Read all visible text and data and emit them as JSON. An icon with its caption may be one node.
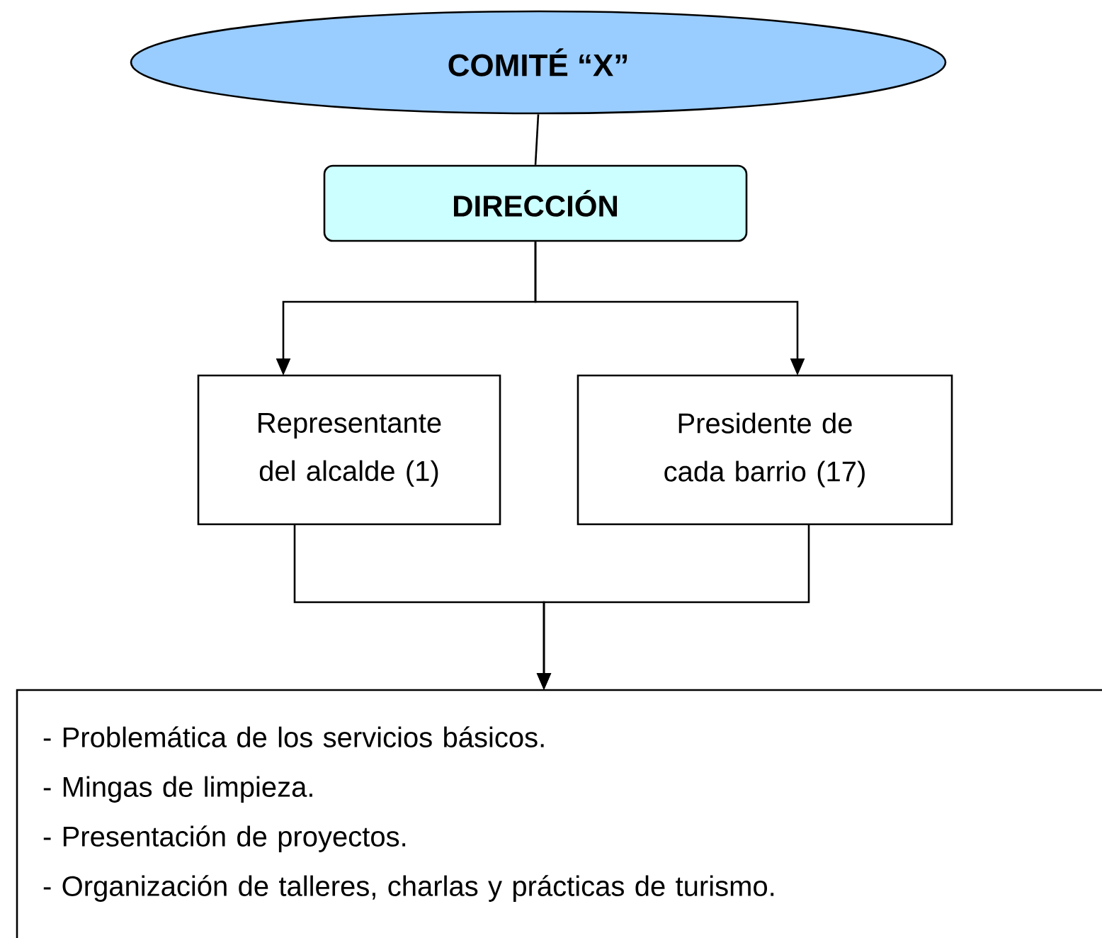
{
  "diagram": {
    "nodes": [
      {
        "text": [
          "COMITÉ “X”"
        ]
      },
      {
        "text": [
          "DIRECCIÓN"
        ]
      },
      {
        "text": [
          "Representante del alcalde (1)"
        ]
      },
      {
        "text": [
          "Presidente de cada barrio (17)"
        ]
      },
      {
        "text": [
          "- Problemática de los servicios básicos.",
          "- Mingas de limpieza.",
          "- Presentación de proyectos.",
          "- Organización de talleres, charlas y prácticas de turismo."
        ]
      }
    ],
    "edges": [
      {
        "from": 0,
        "to": 1,
        "arrow": "none"
      },
      {
        "from": 1,
        "to": 2,
        "arrow": "to"
      },
      {
        "from": 1,
        "to": 3,
        "arrow": "to"
      },
      {
        "from": 2,
        "to": 4,
        "arrow": "to"
      },
      {
        "from": 3,
        "to": 4,
        "arrow": "to"
      }
    ]
  }
}
